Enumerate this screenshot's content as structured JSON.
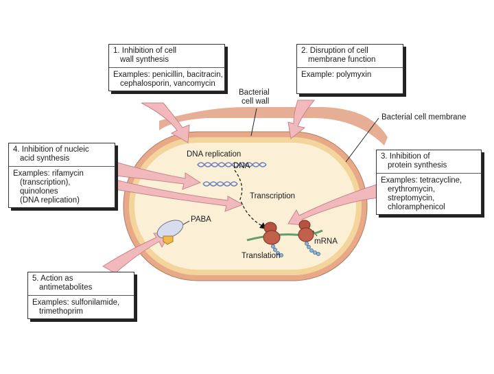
{
  "mechanisms": [
    {
      "title_lines": [
        "1. Inhibition of cell",
        "wall synthesis"
      ],
      "example_lines": [
        "Examples: penicillin, bacitracin,",
        "cephalosporin, vancomycin"
      ]
    },
    {
      "title_lines": [
        "2. Disruption of cell",
        "membrane function"
      ],
      "example_lines": [
        "Example: polymyxin"
      ]
    },
    {
      "title_lines": [
        "3. Inhibition of",
        "protein synthesis"
      ],
      "example_lines": [
        "Examples: tetracycline,",
        "erythromycin,",
        "streptomycin,",
        "chloramphenicol"
      ]
    },
    {
      "title_lines": [
        "4. Inhibition of nucleic",
        "acid synthesis"
      ],
      "example_lines": [
        "Examples: rifamycin",
        "(transcription),",
        "quinolones",
        "(DNA replication)"
      ]
    },
    {
      "title_lines": [
        "5. Action as",
        "antimetabolites"
      ],
      "example_lines": [
        "Examples: sulfonilamide,",
        "trimethoprim"
      ]
    }
  ],
  "labels": {
    "cell_wall": [
      "Bacterial",
      "cell wall"
    ],
    "cell_membrane": "Bacterial cell membrane",
    "dna_replication": "DNA replication",
    "dna": "DNA",
    "transcription": "Transcription",
    "paba": "PABA",
    "mrna": "mRNA",
    "translation": "Translation"
  },
  "colors": {
    "arrow_fill": "#f2b9bd",
    "arrow_stroke": "#c98289",
    "cell_wall": "#e8a989",
    "cell_membrane": "#f3d59c",
    "cytoplasm": "#fbf0d6",
    "dna": "#6b7fc0",
    "mrna": "#5c9e6e",
    "ribosome": "#b5533f",
    "peptide": "#8fb5d6",
    "paba_disc": "#d9dcec",
    "paba_enzyme": "#f0b94a"
  }
}
